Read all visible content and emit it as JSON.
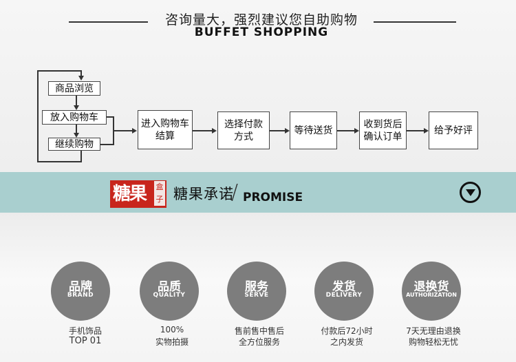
{
  "header": {
    "title_cn": "咨询量大，强烈建议您自助购物",
    "title_en": "BUFFET SHOPPING"
  },
  "flow": {
    "left_steps": [
      "商品浏览",
      "放入购物车",
      "继续购物"
    ],
    "steps": [
      {
        "line1": "进入购物车",
        "line2": "结算"
      },
      {
        "line1": "选择付款",
        "line2": "方式"
      },
      {
        "line1": "等待送货",
        "line2": ""
      },
      {
        "line1": "收到货后",
        "line2": "确认订单"
      },
      {
        "line1": "给予好评",
        "line2": ""
      }
    ]
  },
  "promise": {
    "logo_main": "糖果",
    "logo_side": "盒子",
    "title_cn": "糖果承诺",
    "slash": "/",
    "title_en": "PROMISE",
    "expand_icon": "chevron-down-circle-icon"
  },
  "features": [
    {
      "cn": "品牌",
      "en": "BRAND",
      "caption1": "手机饰品",
      "caption2": "TOP 01"
    },
    {
      "cn": "品质",
      "en": "QUALITY",
      "caption1": "100%",
      "caption2": "实物拍摄"
    },
    {
      "cn": "服务",
      "en": "SERVE",
      "caption1": "售前售中售后",
      "caption2": "全方位服务"
    },
    {
      "cn": "发货",
      "en": "DELIVERY",
      "caption1": "付款后72小时",
      "caption2": "之内发货"
    },
    {
      "cn": "退换货",
      "en": "AUTHORIZATION",
      "caption1": "7天无理由退换",
      "caption2": "购物轻松无忧"
    }
  ],
  "colors": {
    "band": "#a9cfcf",
    "logo_red": "#c8251c",
    "circle_gray": "#7d7d7d"
  }
}
